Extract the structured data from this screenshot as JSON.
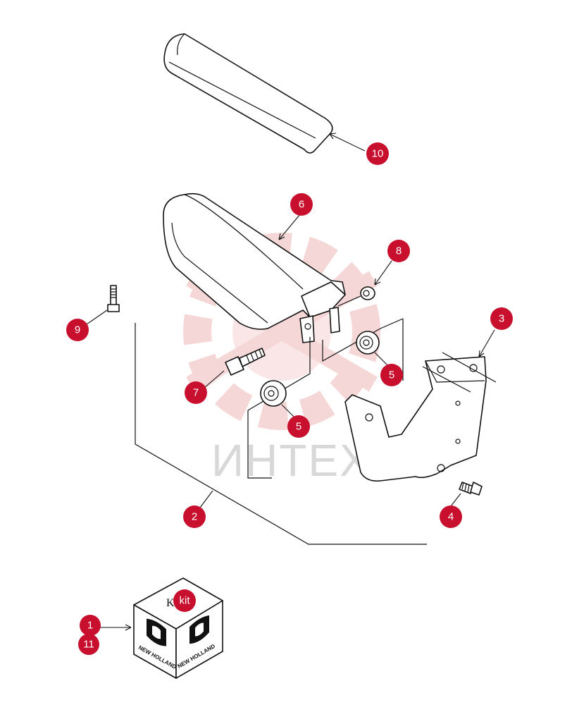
{
  "watermark": {
    "text": "ИНТЕХ",
    "color": "#f0b8b8"
  },
  "callouts": [
    {
      "id": "callout-10",
      "label": "10"
    },
    {
      "id": "callout-6",
      "label": "6"
    },
    {
      "id": "callout-8",
      "label": "8"
    },
    {
      "id": "callout-3",
      "label": "3"
    },
    {
      "id": "callout-9",
      "label": "9"
    },
    {
      "id": "callout-5a",
      "label": "5"
    },
    {
      "id": "callout-7",
      "label": "7"
    },
    {
      "id": "callout-5b",
      "label": "5"
    },
    {
      "id": "callout-2",
      "label": "2"
    },
    {
      "id": "callout-4",
      "label": "4"
    },
    {
      "id": "callout-kit",
      "label": "kit"
    },
    {
      "id": "callout-1",
      "label": "1"
    },
    {
      "id": "callout-11",
      "label": "11"
    }
  ],
  "kit_box": {
    "face_label_left": "NEW HOLLAND",
    "face_label_right": "NEW HOLLAND",
    "prefix": "K"
  },
  "callout_color": "#c8102e"
}
